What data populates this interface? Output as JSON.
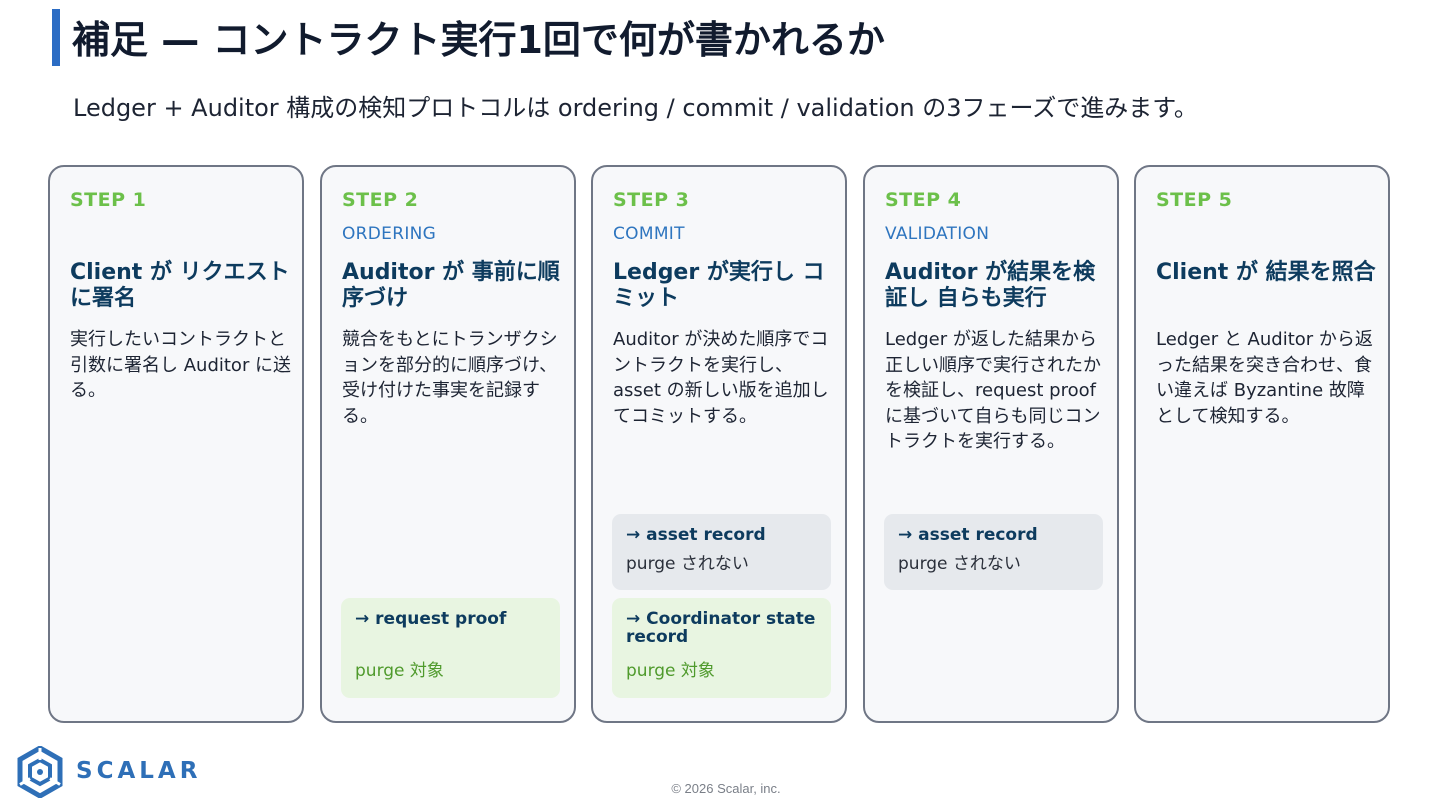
{
  "header": {
    "title": "補足 — コントラクト実行1回で何が書かれるか",
    "subtitle": "Ledger + Auditor 構成の検知プロトコルは ordering / commit / validation の3フェーズで進みます。"
  },
  "steps": [
    {
      "step": "STEP 1",
      "phase": "",
      "title": "Client が リクエストに署名",
      "description": "実行したいコントラクトと引数に署名し Auditor に送る。",
      "records": []
    },
    {
      "step": "STEP 2",
      "phase": "ORDERING",
      "title": "Auditor が 事前に順序づけ",
      "description": "競合をもとにトランザクションを部分的に順序づけ、受け付けた事実を記録する。",
      "records": [
        {
          "label": "→ request proof",
          "note": "purge 対象",
          "style": "green"
        }
      ]
    },
    {
      "step": "STEP 3",
      "phase": "COMMIT",
      "title": "Ledger が実行し コミット",
      "description": "Auditor が決めた順序でコントラクトを実行し、asset の新しい版を追加してコミットする。",
      "records": [
        {
          "label": "→ asset record",
          "note": "purge されない",
          "style": "gray"
        },
        {
          "label": "→ Coordinator state record",
          "note": "purge 対象",
          "style": "green"
        }
      ]
    },
    {
      "step": "STEP 4",
      "phase": "VALIDATION",
      "title": "Auditor が結果を検証し 自らも実行",
      "description": "Ledger が返した結果から正しい順序で実行されたかを検証し、request proof に基づいて自らも同じコントラクトを実行する。",
      "records": [
        {
          "label": "→ asset record",
          "note": "purge されない",
          "style": "gray"
        }
      ]
    },
    {
      "step": "STEP 5",
      "phase": "",
      "title": "Client が 結果を照合",
      "description": "Ledger と Auditor から返った結果を突き合わせ、食い違えば Byzantine 故障 として検知する。",
      "records": []
    }
  ],
  "footer": {
    "logo_text": "SCALAR",
    "copyright": "© 2026 Scalar, inc."
  },
  "colors": {
    "accent_bar": "#2b6cc4",
    "step_label": "#6cc04a",
    "phase_label": "#2e75bf",
    "card_title": "#0d3b5e",
    "green_box": "#e8f5e1",
    "gray_box": "#e6e9ed",
    "logo": "#2e6fb7"
  }
}
